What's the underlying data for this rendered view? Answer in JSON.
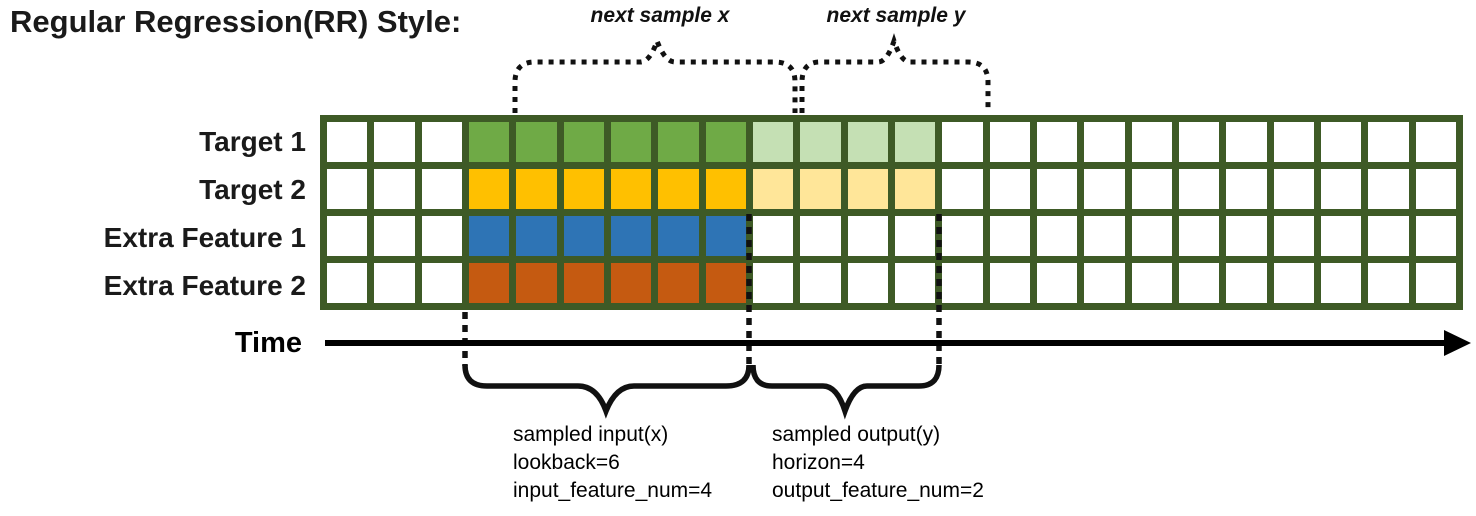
{
  "title": "Regular Regression(RR) Style:",
  "annotations": {
    "next_sample_x": "next sample x",
    "next_sample_y": "next sample y"
  },
  "time_axis": {
    "label": "Time"
  },
  "grid": {
    "total_columns": 24,
    "empty_leading_columns": 3,
    "input_columns": 6,
    "output_columns": 4,
    "line_color": "#3e5a26",
    "empty_cell_color": "#ffffff",
    "rows": [
      {
        "label": "Target 1",
        "input_color": "#6faa46",
        "output_color": "#c5e0b4"
      },
      {
        "label": "Target 2",
        "input_color": "#ffc000",
        "output_color": "#ffe699"
      },
      {
        "label": "Extra Feature 1",
        "input_color": "#2e74b5",
        "output_color": null
      },
      {
        "label": "Extra Feature 2",
        "input_color": "#c55a11",
        "output_color": null
      }
    ]
  },
  "input_annotation": {
    "line1": "sampled input(x)",
    "line2": "lookback=6",
    "line3": "input_feature_num=4"
  },
  "output_annotation": {
    "line1": "sampled output(y)",
    "line2": "horizon=4",
    "line3": "output_feature_num=2"
  }
}
